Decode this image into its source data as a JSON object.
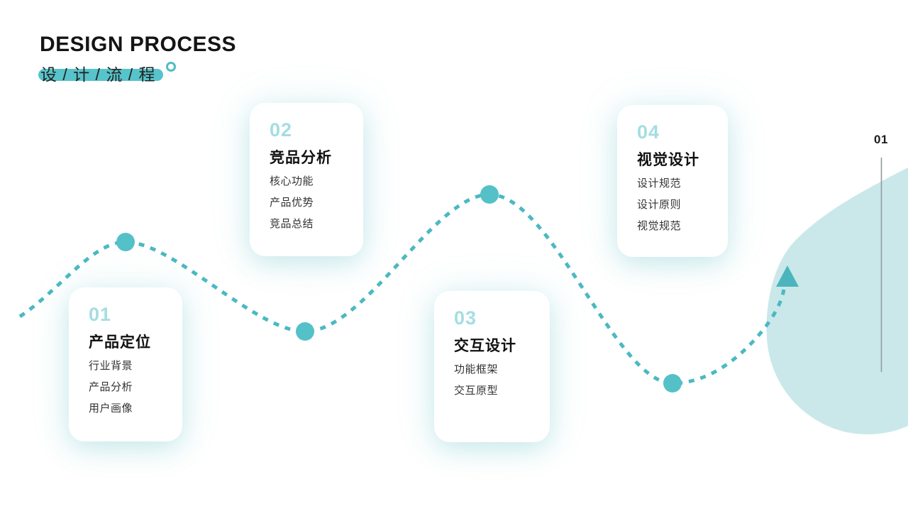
{
  "header": {
    "title": "DESIGN PROCESS",
    "subtitle": "设 / 计 / 流 / 程"
  },
  "page_marker": {
    "label": "01"
  },
  "steps": [
    {
      "number": "01",
      "title": "产品定位",
      "items": [
        "行业背景",
        "产品分析",
        "用户画像"
      ]
    },
    {
      "number": "02",
      "title": "竞品分析",
      "items": [
        "核心功能",
        "产品优势",
        "竞品总结"
      ]
    },
    {
      "number": "03",
      "title": "交互设计",
      "items": [
        "功能框架",
        "交互原型"
      ]
    },
    {
      "number": "04",
      "title": "视觉设计",
      "items": [
        "设计规范",
        "设计原则",
        "视觉规范"
      ]
    }
  ],
  "decor": {
    "icons": [
      "ring-icon",
      "arrow-up-icon",
      "step-dot"
    ],
    "colors": {
      "teal_dash": "#4bb9c1",
      "teal_dot": "#54c1c8",
      "teal_highlight": "#57c3ca",
      "teal_number": "#a5dde2",
      "blob_fill": "#cae8ea",
      "marker_line": "#8f9a9b",
      "title_text": "#141414",
      "body_text": "#333333"
    }
  }
}
